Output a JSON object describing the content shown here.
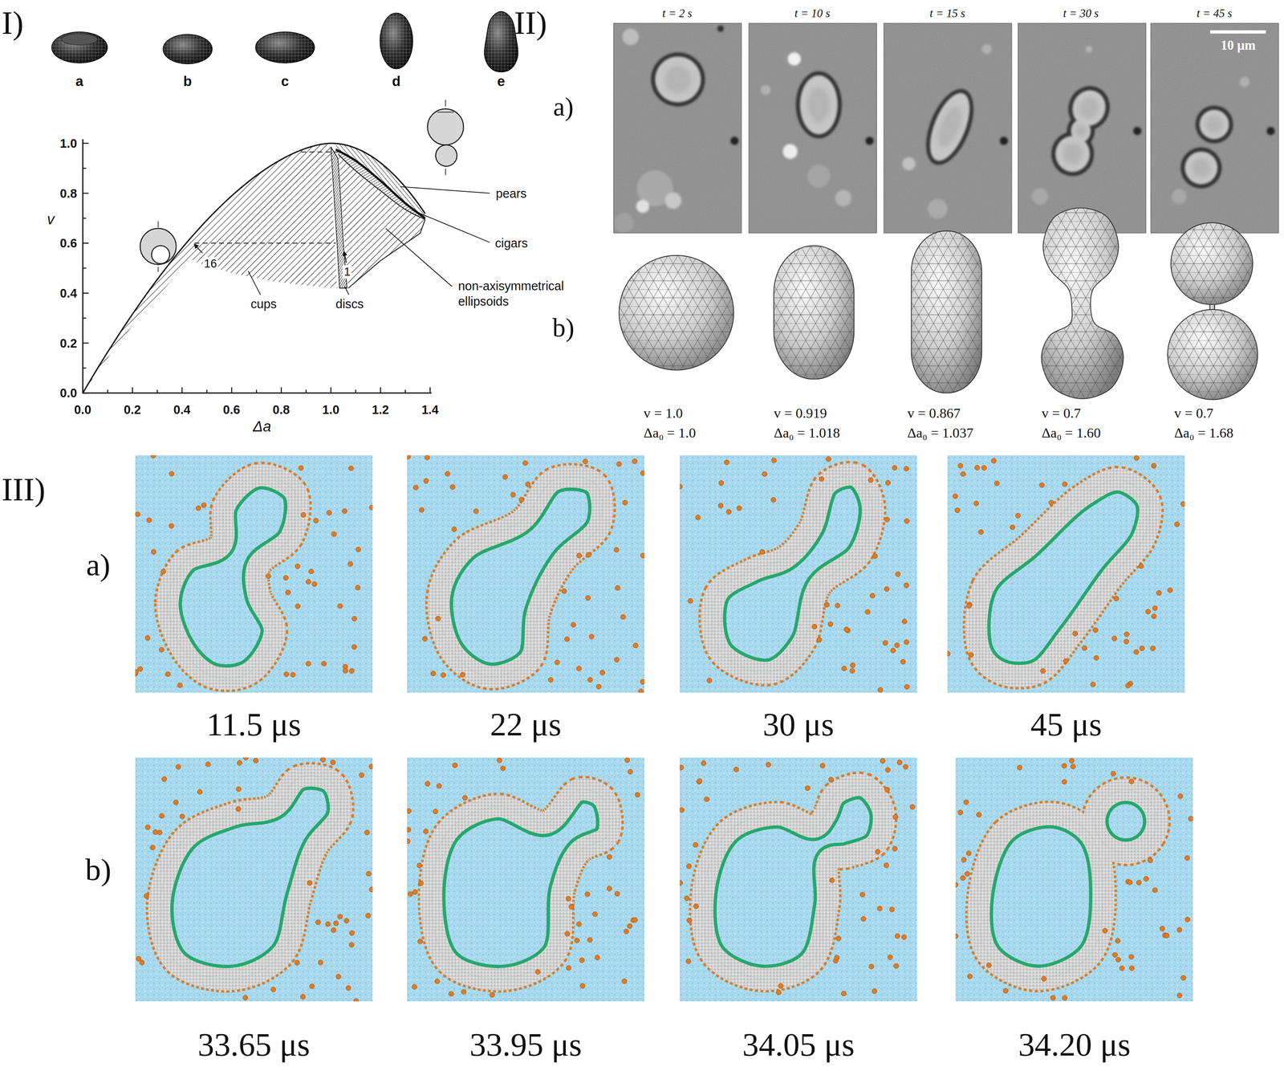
{
  "diagram": {
    "labels": [
      "I)",
      "a",
      "b",
      "c",
      "d",
      "e",
      "1.0",
      "0.8",
      "0.6",
      "0.4",
      "0.2",
      "0.0",
      "v",
      "16",
      "1",
      "cups",
      "discs",
      "non-axisymmetrical ellipsoids",
      "pears",
      "cigars",
      "0.0",
      "0.2",
      "0.4",
      "0.6",
      "0.8",
      "1.0",
      "1.2",
      "1.4",
      "Δa",
      "II)",
      "t = 2 s",
      "t = 10 s",
      "t = 15 s",
      "t = 30 s",
      "t = 45 s",
      "10 μm",
      "a)",
      "b)",
      "v = 1.0",
      "Δa₀ = 1.0",
      "v = 0.919",
      "Δa₀ = 1.018",
      "v = 0.867",
      "Δa₀ = 1.037",
      "v = 0.7",
      "Δa₀ = 1.60",
      "v = 0.7",
      "Δa₀ = 1.68",
      "III)",
      "a)",
      "11.5 μs",
      "22 μs",
      "30 μs",
      "45 μs",
      "b)",
      "33.65 μs",
      "33.95 μs",
      "34.05 μs",
      "34.20 μs"
    ]
  }
}
